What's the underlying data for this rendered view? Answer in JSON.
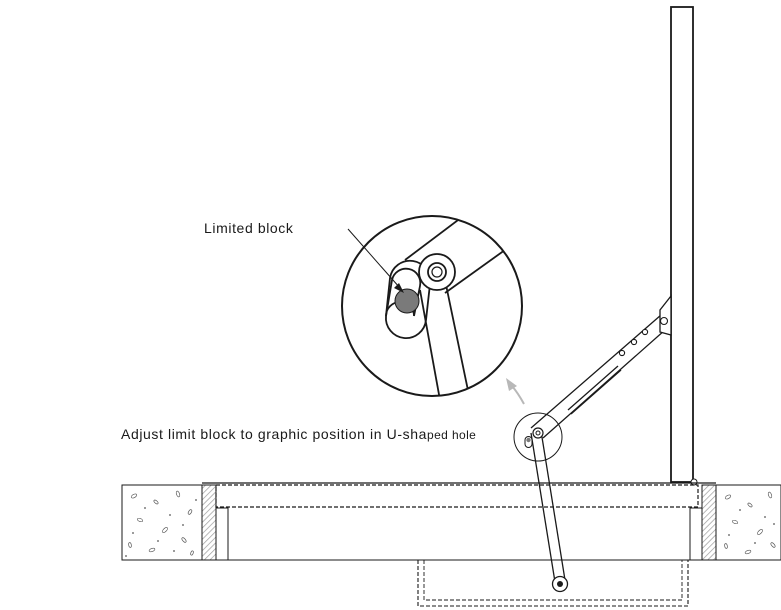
{
  "labels": {
    "limited_block": "Limited block",
    "adjust_main": "Adjust limit block to graphic position in U-sha",
    "adjust_tail": "ped hole"
  },
  "colors": {
    "line": "#1a1a1a",
    "limit_block_fill": "#7a7a7a",
    "arrow": "#b8b8b8",
    "hatch": "#9a9a9a"
  }
}
